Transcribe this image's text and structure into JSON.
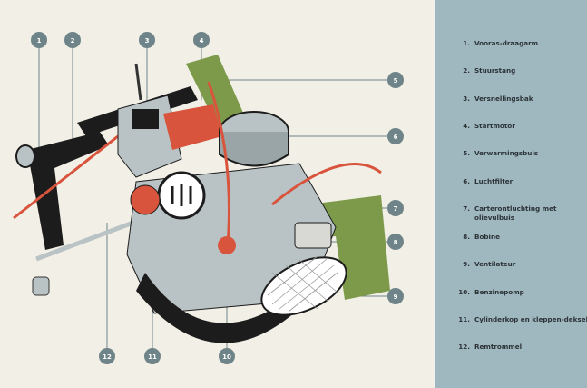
{
  "callouts": [
    "1",
    "2",
    "3",
    "4",
    "5",
    "6",
    "7",
    "8",
    "9",
    "10",
    "11",
    "12"
  ],
  "legend": [
    {
      "num": "1.",
      "label": "Vooras-draagarm"
    },
    {
      "num": "2.",
      "label": "Stuurstang"
    },
    {
      "num": "3.",
      "label": "Versnellingsbak"
    },
    {
      "num": "4.",
      "label": "Startmotor"
    },
    {
      "num": "5.",
      "label": "Verwarmingsbuis"
    },
    {
      "num": "6.",
      "label": "Luchtfilter"
    },
    {
      "num": "7.",
      "label": "Carterontluchting met olievulbuis"
    },
    {
      "num": "8.",
      "label": "Bobine"
    },
    {
      "num": "9.",
      "label": "Ventilateur"
    },
    {
      "num": "10.",
      "label": "Benzinepomp"
    },
    {
      "num": "11.",
      "label": "Cylinderkop en kleppen-deksel"
    },
    {
      "num": "12.",
      "label": "Remtrommel"
    }
  ],
  "colors": {
    "background": "#f2efe6",
    "legend_bg": "#9fb7bf",
    "callout_circle": "#6f8488",
    "engine_grey": "#b9c3c5",
    "engine_dark": "#1c1c1c",
    "accent_red": "#d8543c",
    "accent_green": "#7c9a4a"
  }
}
